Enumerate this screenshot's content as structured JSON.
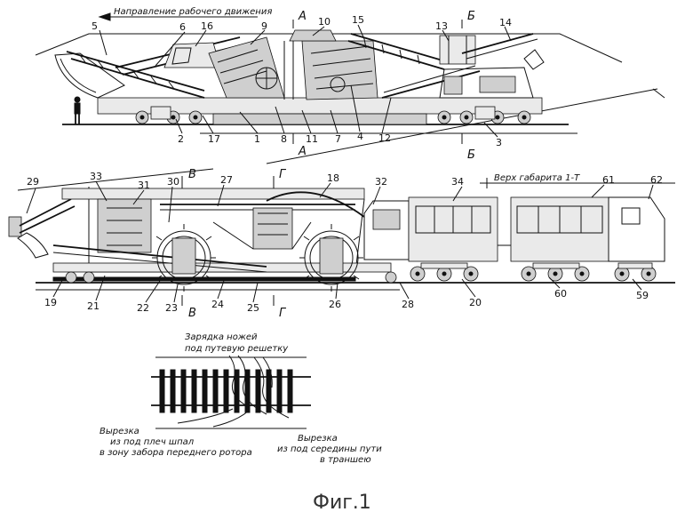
{
  "texts": {
    "direction": "Направление рабочего движения",
    "gabarit": "Верх габарита 1-Т",
    "knives": "Зарядка ножей",
    "knives2": "под путевую решетку",
    "cut_left1": "Вырезка",
    "cut_left2": "из под плеч шпал",
    "cut_left3": "в зону забора переднего ротора",
    "cut_right1": "Вырезка",
    "cut_right2": "из под середины пути",
    "cut_right3": "в траншею",
    "figure": "Фиг.1"
  },
  "sections": {
    "A": "А",
    "B": "Б",
    "V": "В",
    "G": "Г"
  },
  "callouts": {
    "n1": "1",
    "n2": "2",
    "n3": "3",
    "n4": "4",
    "n5": "5",
    "n6": "6",
    "n7": "7",
    "n8": "8",
    "n9": "9",
    "n10": "10",
    "n11": "11",
    "n12": "12",
    "n13": "13",
    "n14": "14",
    "n15": "15",
    "n16": "16",
    "n17": "17",
    "n18": "18",
    "n19": "19",
    "n20": "20",
    "n21": "21",
    "n22": "22",
    "n23": "23",
    "n24": "24",
    "n25": "25",
    "n26": "26",
    "n27": "27",
    "n28": "28",
    "n29": "29",
    "n30": "30",
    "n31": "31",
    "n32": "32",
    "n33": "33",
    "n34": "34",
    "n59": "59",
    "n60": "60",
    "n61": "61",
    "n62": "62"
  }
}
